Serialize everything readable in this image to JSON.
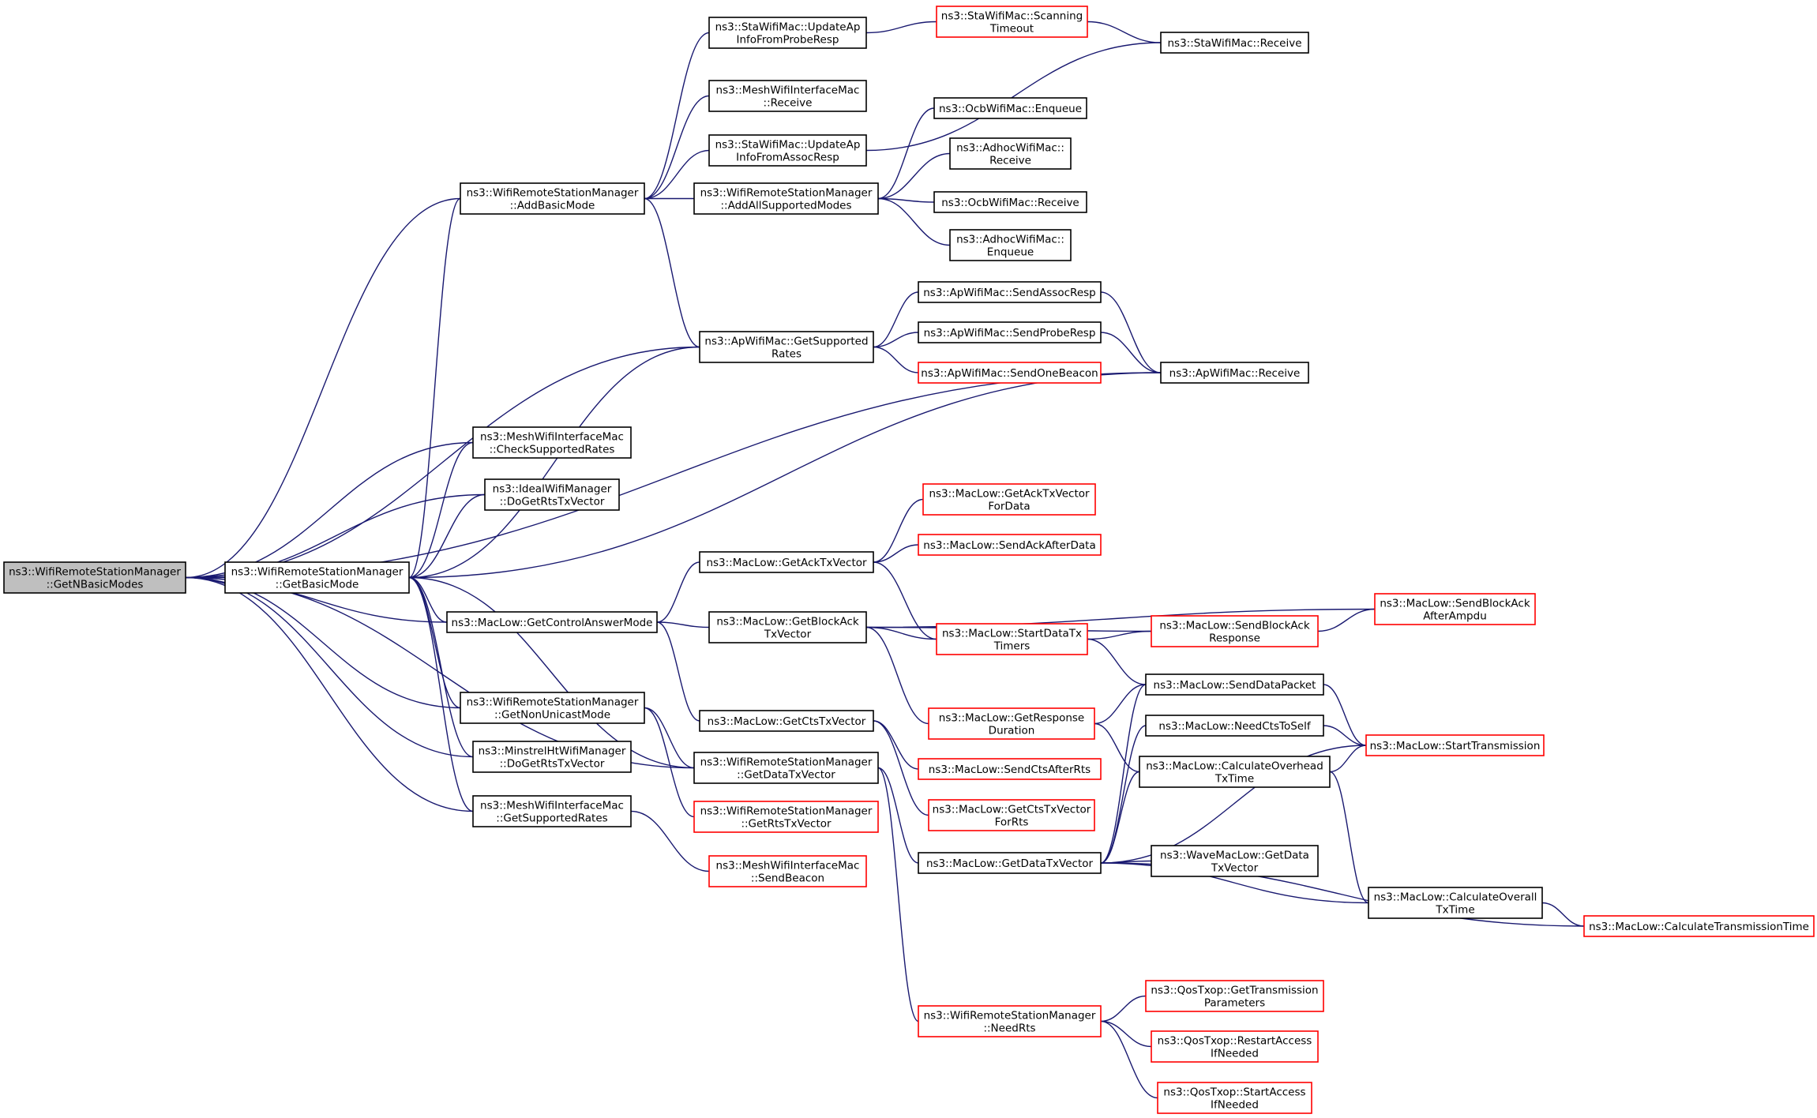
{
  "diagram": {
    "colors": {
      "edge": "#191970",
      "ref_border": "#000000",
      "unref_border": "#ff0000",
      "root_fill": "#bfbfbf"
    },
    "nodes": [
      {
        "id": "n0",
        "lines": [
          "ns3::WifiRemoteStationManager",
          "::GetNBasicModes"
        ],
        "style": "root"
      },
      {
        "id": "n1",
        "lines": [
          "ns3::WifiRemoteStationManager",
          "::GetBasicMode"
        ],
        "style": "black"
      },
      {
        "id": "n2",
        "lines": [
          "ns3::WifiRemoteStationManager",
          "::AddBasicMode"
        ],
        "style": "black"
      },
      {
        "id": "n3",
        "lines": [
          "ns3::StaWifiMac::UpdateAp",
          "InfoFromProbeResp"
        ],
        "style": "black"
      },
      {
        "id": "n4",
        "lines": [
          "ns3::MeshWifiInterfaceMac",
          "::Receive"
        ],
        "style": "black"
      },
      {
        "id": "n5",
        "lines": [
          "ns3::StaWifiMac::UpdateAp",
          "InfoFromAssocResp"
        ],
        "style": "black"
      },
      {
        "id": "n6",
        "lines": [
          "ns3::WifiRemoteStationManager",
          "::AddAllSupportedModes"
        ],
        "style": "black"
      },
      {
        "id": "n7",
        "lines": [
          "ns3::StaWifiMac::Scanning",
          "Timeout"
        ],
        "style": "red"
      },
      {
        "id": "n8",
        "lines": [
          "ns3::StaWifiMac::Receive"
        ],
        "style": "black"
      },
      {
        "id": "n9",
        "lines": [
          "ns3::OcbWifiMac::Enqueue"
        ],
        "style": "black"
      },
      {
        "id": "n10",
        "lines": [
          "ns3::AdhocWifiMac::",
          "Receive"
        ],
        "style": "black"
      },
      {
        "id": "n11",
        "lines": [
          "ns3::OcbWifiMac::Receive"
        ],
        "style": "black"
      },
      {
        "id": "n12",
        "lines": [
          "ns3::AdhocWifiMac::",
          "Enqueue"
        ],
        "style": "black"
      },
      {
        "id": "n13",
        "lines": [
          "ns3::ApWifiMac::GetSupported",
          "Rates"
        ],
        "style": "black"
      },
      {
        "id": "n14",
        "lines": [
          "ns3::ApWifiMac::SendAssocResp"
        ],
        "style": "black"
      },
      {
        "id": "n15",
        "lines": [
          "ns3::ApWifiMac::SendProbeResp"
        ],
        "style": "black"
      },
      {
        "id": "n16",
        "lines": [
          "ns3::ApWifiMac::SendOneBeacon"
        ],
        "style": "red"
      },
      {
        "id": "n17",
        "lines": [
          "ns3::ApWifiMac::Receive"
        ],
        "style": "black"
      },
      {
        "id": "n18",
        "lines": [
          "ns3::MeshWifiInterfaceMac",
          "::CheckSupportedRates"
        ],
        "style": "black"
      },
      {
        "id": "n19",
        "lines": [
          "ns3::IdealWifiManager",
          "::DoGetRtsTxVector"
        ],
        "style": "black"
      },
      {
        "id": "n20",
        "lines": [
          "ns3::MacLow::GetControlAnswerMode"
        ],
        "style": "black"
      },
      {
        "id": "n21",
        "lines": [
          "ns3::WifiRemoteStationManager",
          "::GetNonUnicastMode"
        ],
        "style": "black"
      },
      {
        "id": "n22",
        "lines": [
          "ns3::MinstrelHtWifiManager",
          "::DoGetRtsTxVector"
        ],
        "style": "black"
      },
      {
        "id": "n23",
        "lines": [
          "ns3::MeshWifiInterfaceMac",
          "::GetSupportedRates"
        ],
        "style": "black"
      },
      {
        "id": "n24",
        "lines": [
          "ns3::MeshWifiInterfaceMac",
          "::SendBeacon"
        ],
        "style": "red"
      },
      {
        "id": "n25",
        "lines": [
          "ns3::MacLow::GetAckTxVector"
        ],
        "style": "black"
      },
      {
        "id": "n26",
        "lines": [
          "ns3::MacLow::GetAckTxVector",
          "ForData"
        ],
        "style": "red"
      },
      {
        "id": "n27",
        "lines": [
          "ns3::MacLow::SendAckAfterData"
        ],
        "style": "red"
      },
      {
        "id": "n28",
        "lines": [
          "ns3::MacLow::GetBlockAck",
          "TxVector"
        ],
        "style": "black"
      },
      {
        "id": "n29",
        "lines": [
          "ns3::MacLow::GetCtsTxVector"
        ],
        "style": "black"
      },
      {
        "id": "n30",
        "lines": [
          "ns3::WifiRemoteStationManager",
          "::GetDataTxVector"
        ],
        "style": "black"
      },
      {
        "id": "n31",
        "lines": [
          "ns3::WifiRemoteStationManager",
          "::GetRtsTxVector"
        ],
        "style": "red"
      },
      {
        "id": "n32",
        "lines": [
          "ns3::MacLow::StartDataTx",
          "Timers"
        ],
        "style": "red"
      },
      {
        "id": "n33",
        "lines": [
          "ns3::MacLow::GetResponse",
          "Duration"
        ],
        "style": "red"
      },
      {
        "id": "n34",
        "lines": [
          "ns3::MacLow::SendCtsAfterRts"
        ],
        "style": "red"
      },
      {
        "id": "n35",
        "lines": [
          "ns3::MacLow::GetCtsTxVector",
          "ForRts"
        ],
        "style": "red"
      },
      {
        "id": "n36",
        "lines": [
          "ns3::MacLow::GetDataTxVector"
        ],
        "style": "black"
      },
      {
        "id": "n37",
        "lines": [
          "ns3::WifiRemoteStationManager",
          "::NeedRts"
        ],
        "style": "red"
      },
      {
        "id": "n38",
        "lines": [
          "ns3::MacLow::SendBlockAck",
          "Response"
        ],
        "style": "red"
      },
      {
        "id": "n39",
        "lines": [
          "ns3::MacLow::SendBlockAck",
          "AfterAmpdu"
        ],
        "style": "red"
      },
      {
        "id": "n40",
        "lines": [
          "ns3::MacLow::SendDataPacket"
        ],
        "style": "black"
      },
      {
        "id": "n41",
        "lines": [
          "ns3::MacLow::NeedCtsToSelf"
        ],
        "style": "black"
      },
      {
        "id": "n42",
        "lines": [
          "ns3::MacLow::CalculateOverhead",
          "TxTime"
        ],
        "style": "black"
      },
      {
        "id": "n43",
        "lines": [
          "ns3::WaveMacLow::GetData",
          "TxVector"
        ],
        "style": "black"
      },
      {
        "id": "n44",
        "lines": [
          "ns3::MacLow::StartTransmission"
        ],
        "style": "red"
      },
      {
        "id": "n45",
        "lines": [
          "ns3::MacLow::CalculateOverall",
          "TxTime"
        ],
        "style": "black"
      },
      {
        "id": "n46",
        "lines": [
          "ns3::MacLow::CalculateTransmissionTime"
        ],
        "style": "red"
      },
      {
        "id": "n47",
        "lines": [
          "ns3::QosTxop::GetTransmission",
          "Parameters"
        ],
        "style": "red"
      },
      {
        "id": "n48",
        "lines": [
          "ns3::QosTxop::RestartAccess",
          "IfNeeded"
        ],
        "style": "red"
      },
      {
        "id": "n49",
        "lines": [
          "ns3::QosTxop::StartAccess",
          "IfNeeded"
        ],
        "style": "red"
      }
    ],
    "edges": [
      [
        "n0",
        "n1"
      ],
      [
        "n0",
        "n2"
      ],
      [
        "n0",
        "n13"
      ],
      [
        "n0",
        "n17"
      ],
      [
        "n0",
        "n18"
      ],
      [
        "n0",
        "n19"
      ],
      [
        "n0",
        "n20"
      ],
      [
        "n0",
        "n21"
      ],
      [
        "n0",
        "n22"
      ],
      [
        "n0",
        "n23"
      ],
      [
        "n0",
        "n30"
      ],
      [
        "n1",
        "n2"
      ],
      [
        "n1",
        "n13"
      ],
      [
        "n1",
        "n17"
      ],
      [
        "n1",
        "n18"
      ],
      [
        "n1",
        "n19"
      ],
      [
        "n1",
        "n20"
      ],
      [
        "n1",
        "n21"
      ],
      [
        "n1",
        "n22"
      ],
      [
        "n1",
        "n23"
      ],
      [
        "n1",
        "n30"
      ],
      [
        "n2",
        "n3"
      ],
      [
        "n2",
        "n4"
      ],
      [
        "n2",
        "n5"
      ],
      [
        "n2",
        "n6"
      ],
      [
        "n2",
        "n13"
      ],
      [
        "n3",
        "n7"
      ],
      [
        "n7",
        "n8"
      ],
      [
        "n5",
        "n8"
      ],
      [
        "n6",
        "n9"
      ],
      [
        "n6",
        "n10"
      ],
      [
        "n6",
        "n11"
      ],
      [
        "n6",
        "n12"
      ],
      [
        "n13",
        "n14"
      ],
      [
        "n13",
        "n15"
      ],
      [
        "n13",
        "n16"
      ],
      [
        "n14",
        "n17"
      ],
      [
        "n15",
        "n17"
      ],
      [
        "n20",
        "n25"
      ],
      [
        "n20",
        "n28"
      ],
      [
        "n20",
        "n29"
      ],
      [
        "n21",
        "n30"
      ],
      [
        "n21",
        "n31"
      ],
      [
        "n23",
        "n24"
      ],
      [
        "n25",
        "n26"
      ],
      [
        "n25",
        "n27"
      ],
      [
        "n25",
        "n32"
      ],
      [
        "n28",
        "n38"
      ],
      [
        "n28",
        "n39"
      ],
      [
        "n28",
        "n32"
      ],
      [
        "n28",
        "n33"
      ],
      [
        "n29",
        "n34"
      ],
      [
        "n29",
        "n35"
      ],
      [
        "n30",
        "n36"
      ],
      [
        "n30",
        "n37"
      ],
      [
        "n32",
        "n38"
      ],
      [
        "n32",
        "n40"
      ],
      [
        "n33",
        "n40"
      ],
      [
        "n33",
        "n42"
      ],
      [
        "n36",
        "n40"
      ],
      [
        "n36",
        "n41"
      ],
      [
        "n36",
        "n42"
      ],
      [
        "n36",
        "n43"
      ],
      [
        "n36",
        "n44"
      ],
      [
        "n36",
        "n45"
      ],
      [
        "n36",
        "n46"
      ],
      [
        "n37",
        "n47"
      ],
      [
        "n37",
        "n48"
      ],
      [
        "n37",
        "n49"
      ],
      [
        "n38",
        "n39"
      ],
      [
        "n40",
        "n44"
      ],
      [
        "n41",
        "n44"
      ],
      [
        "n42",
        "n44"
      ],
      [
        "n42",
        "n45"
      ],
      [
        "n45",
        "n46"
      ]
    ]
  }
}
